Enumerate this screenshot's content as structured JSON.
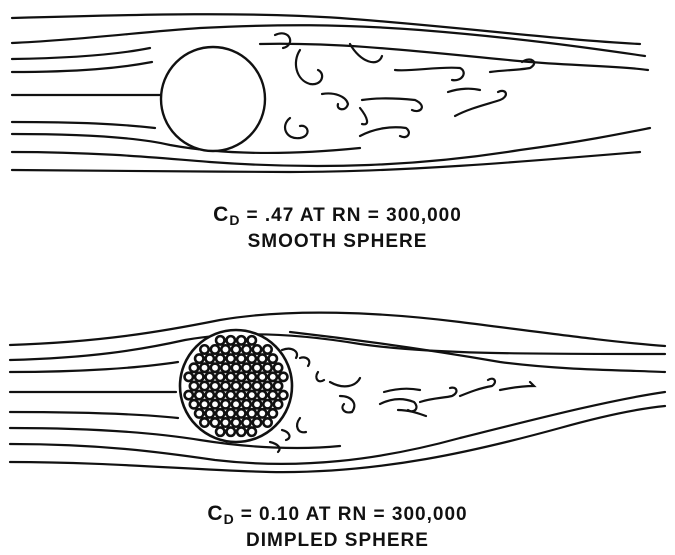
{
  "top": {
    "cd_symbol": "C",
    "cd_subscript": "D",
    "cd_value_text": "= .47 AT RN = 300,000",
    "label": "SMOOTH SPHERE"
  },
  "bottom": {
    "cd_symbol": "C",
    "cd_subscript": "D",
    "cd_value_text": "= 0.10 AT RN = 300,000",
    "label": "DIMPLED SPHERE"
  }
}
